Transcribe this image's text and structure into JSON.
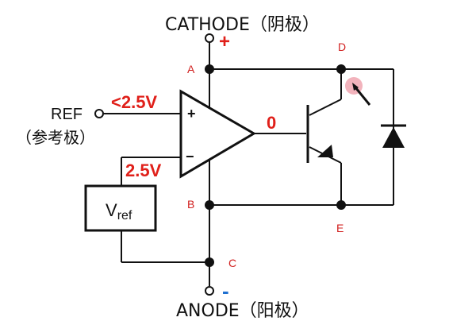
{
  "labels": {
    "cathode": "CATHODE（阴极）",
    "anode": "ANODE（阳极）",
    "ref": "REF",
    "ref_cn": "（参考极）",
    "plus_sign": "+",
    "minus_sign": "-",
    "lt_2v5": "<2.5V",
    "v_2v5": "2.5V",
    "zero": "0",
    "opamp_plus": "+",
    "opamp_minus": "−",
    "vref_main": "V",
    "vref_sub": "ref"
  },
  "nodes": {
    "A": "A",
    "B": "B",
    "C": "C",
    "D": "D",
    "E": "E"
  },
  "colors": {
    "wire": "#111111",
    "red": "#e0201a",
    "blue": "#1e6fd0",
    "node_label": "#d1201f",
    "cursor_dot": "#f0a6b0"
  },
  "icons": [
    "pointer-cursor-icon",
    "diode-icon",
    "transistor-icon",
    "opamp-icon"
  ]
}
